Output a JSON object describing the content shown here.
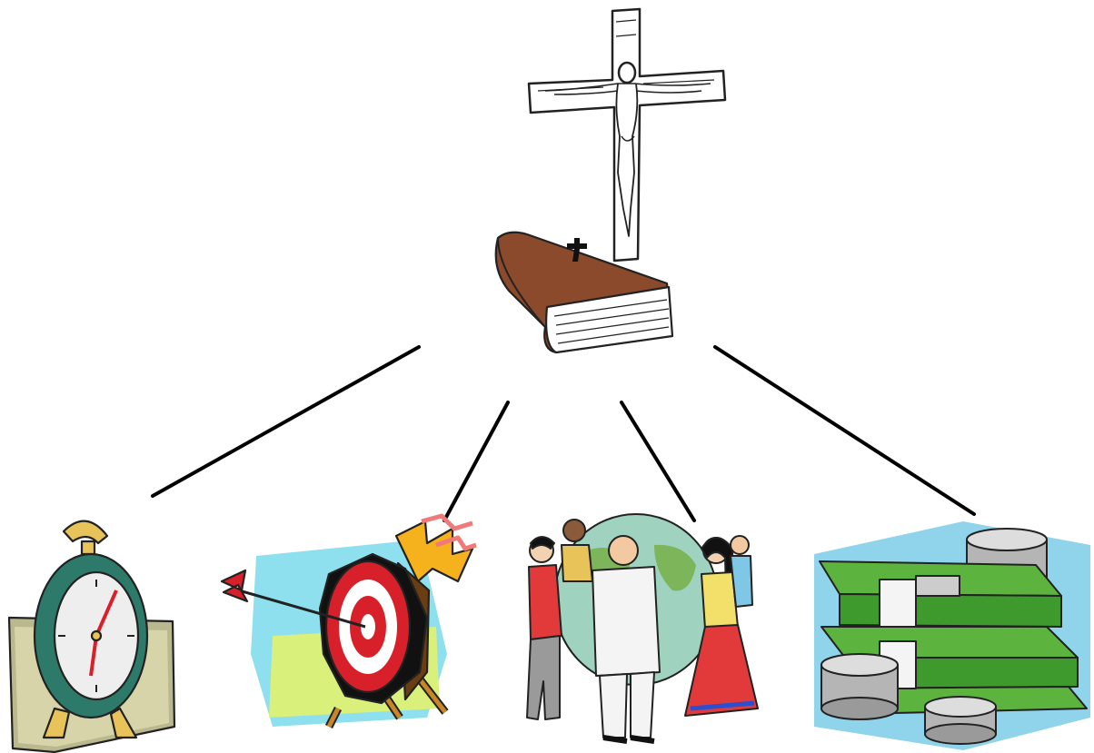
{
  "diagram": {
    "center": {
      "items": [
        {
          "name": "crucifix",
          "icon": "crucifix-icon"
        },
        {
          "name": "bible",
          "icon": "bible-book-icon"
        }
      ]
    },
    "branches": [
      {
        "name": "time",
        "icon": "alarm-clock-icon"
      },
      {
        "name": "goals",
        "icon": "archery-target-icon"
      },
      {
        "name": "people",
        "icon": "people-around-globe-icon"
      },
      {
        "name": "money",
        "icon": "money-stacks-coins-icon"
      }
    ],
    "colors": {
      "line": "#000000",
      "book_cover": "#8b4a2b",
      "clock_body": "#2e7a6a",
      "target_red": "#d8202a",
      "globe": "#9fd3c0",
      "money_green": "#3f9a2e",
      "money_border": "#8fd4ea"
    }
  }
}
